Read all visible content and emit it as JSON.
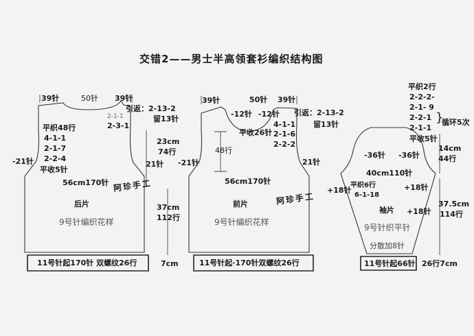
{
  "title": "交错2——男士半高领套衫编织结构图",
  "back": {
    "top_left": "39针",
    "top_mid": "50针",
    "top_right": "39针",
    "short_row_label": "引返：",
    "short_row_1": "2-13-2",
    "short_row_2": "留13针",
    "neck_small": "2-1-1",
    "neck_dec": "2-3-1",
    "armhole_title": "平织48行",
    "armhole_1": "4-1-1",
    "armhole_2": "2-1-7",
    "armhole_3": "2-2-4",
    "armhole_flat": "平收5针",
    "side_left": "-21针",
    "side_right": "21针",
    "chest_width": "56cm",
    "chest_stitches": "170针",
    "armhole_height_cm": "23cm",
    "armhole_height_rows": "74行",
    "body_height_cm": "37cm",
    "body_height_rows": "112行",
    "rib_height": "7cm",
    "piece_name": "后片",
    "pattern": "9号针编织花样",
    "rib_label": "11号针起170针 双螺纹26行",
    "stamp": "阿珍手工"
  },
  "front": {
    "top_left": "39针",
    "top_mid": "50针",
    "top_right": "39针",
    "neck_left": "-12针",
    "neck_right": "-12针",
    "short_row_label": "引返：",
    "short_row_1": "2-13-2",
    "short_row_2": "留13针",
    "neck_flat": "平收26针",
    "neck_1": "4-1-1",
    "neck_2": "2-1-6",
    "neck_3": "2-2-2",
    "neck_depth": "48行",
    "side_left": "-21针",
    "side_right": "21针",
    "chest_width": "56cm",
    "chest_stitches": "170针",
    "piece_name": "前片",
    "pattern": "9号针编织花样",
    "rib_label": "11号针起·170针双螺纹26行",
    "stamp": "阿珍手工"
  },
  "sleeve": {
    "cap_1": "平织2行",
    "cap_2": "2-2-2-",
    "cap_3": "2-1- 9",
    "cap_4": "2-2-1",
    "cap_5": "2-1-1",
    "cap_repeat": "循环5次",
    "cap_flat": "平收5针",
    "cap_left": "-36针",
    "cap_right": "-36针",
    "cap_height_cm": "14cm",
    "cap_height_rows": "44行",
    "width": "40cm110针",
    "inc_left": "+18针",
    "inc_right_1": "+18针",
    "inc_right_2": "+18针",
    "flat_rows": "平织6行",
    "inc_rate": "6-1-18",
    "length_cm": "37.5cm",
    "length_rows": "114行",
    "piece_name": "袖片",
    "pattern": "9号针织平针",
    "inc_note": "分散加8针",
    "rib_label": "11号针起66针",
    "rib_height": "26行7cm"
  }
}
